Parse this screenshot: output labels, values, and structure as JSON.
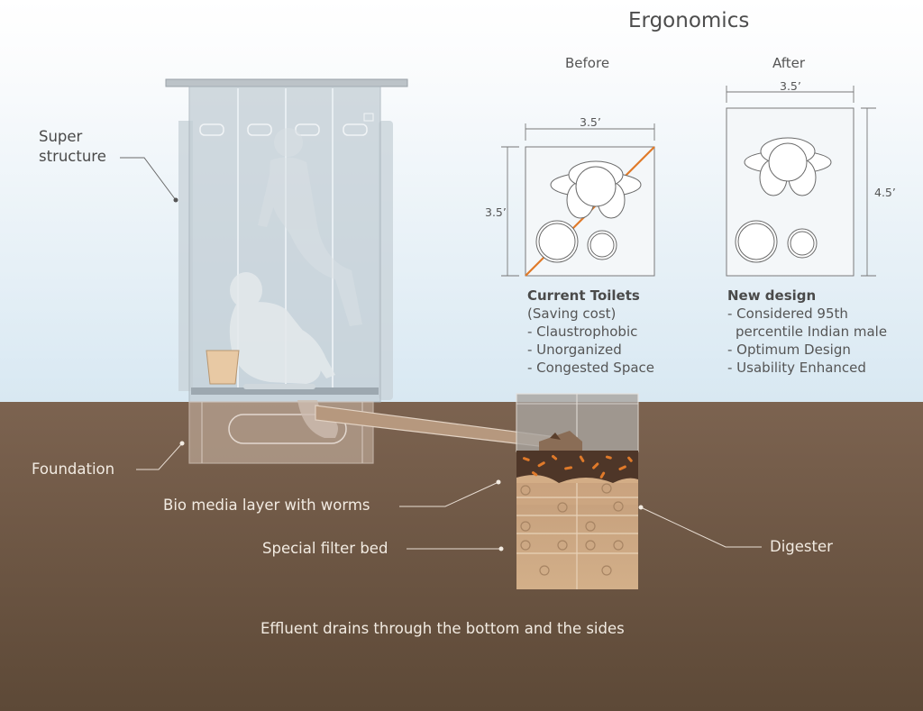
{
  "title": "Ergonomics",
  "panels": {
    "before": {
      "label": "Before",
      "width_dim": "3.5’",
      "height_dim": "3.5’",
      "heading": "Current Toilets",
      "items": [
        "(Saving cost)",
        "- Claustrophobic",
        "- Unorganized",
        "- Congested Space"
      ]
    },
    "after": {
      "label": "After",
      "width_dim": "3.5’",
      "height_dim": "4.5’",
      "heading": "New design",
      "items": [
        "- Considered 95th",
        "percentile Indian male",
        "- Optimum Design",
        "- Usability Enhanced"
      ]
    }
  },
  "callouts": {
    "super_structure_1": "Super",
    "super_structure_2": "structure",
    "foundation": "Foundation",
    "bio_media": "Bio media layer with worms",
    "filter_bed": "Special filter bed",
    "digester": "Digester"
  },
  "caption": "Effluent drains through the bottom and the sides",
  "colors": {
    "sky_top": "#ffffff",
    "sky_bottom": "#dcebf3",
    "soil_top": "#7e6450",
    "soil_bottom": "#5e4a38",
    "accent_line": "#e07a2a"
  }
}
